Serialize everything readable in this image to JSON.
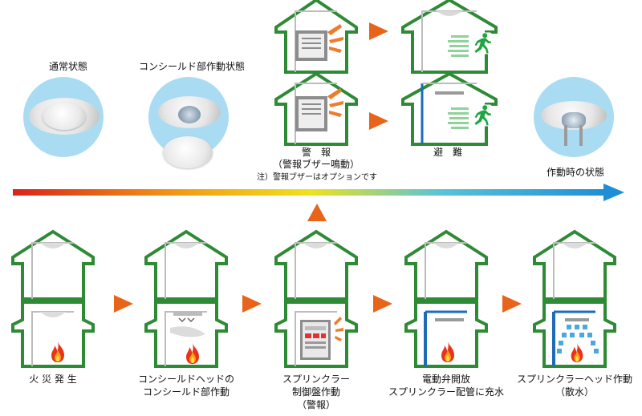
{
  "top_labels": {
    "normal": "通常状態",
    "concealed": "コンシールド部作動状態",
    "activated": "作動時の状態"
  },
  "alarm_label": {
    "line1": "警　報",
    "line2": "（警報ブザー鳴動）"
  },
  "evacuation_label": "避　難",
  "note": "注）警報ブザーはオプションです",
  "steps": [
    {
      "line1": "火 災 発 生",
      "line2": "",
      "line3": ""
    },
    {
      "line1": "コンシールドヘッドの",
      "line2": "コンシールド部作動",
      "line3": ""
    },
    {
      "line1": "スプリンクラー",
      "line2": "制御盤作動",
      "line3": "（警報）"
    },
    {
      "line1": "電動弁開放",
      "line2": "スプリンクラー配管に充水",
      "line3": ""
    },
    {
      "line1": "スプリンクラーヘッド作動",
      "line2": "（散水）",
      "line3": ""
    }
  ],
  "colors": {
    "house_green": "#2f8a36",
    "arrow_orange": "#e8641a",
    "pipe_blue": "#1e6bb8",
    "circle_blue": "#a9dcf2",
    "exit_green": "#1fa541",
    "timeline_start": "#d9241b",
    "timeline_mid": "#f2d31a",
    "timeline_end": "#1d8fd6"
  },
  "icons": [
    "fire-icon",
    "running-man-icon",
    "alarm-speaker-icon",
    "sprinkler-head-icon",
    "arrow-right-icon",
    "arrow-up-icon"
  ]
}
